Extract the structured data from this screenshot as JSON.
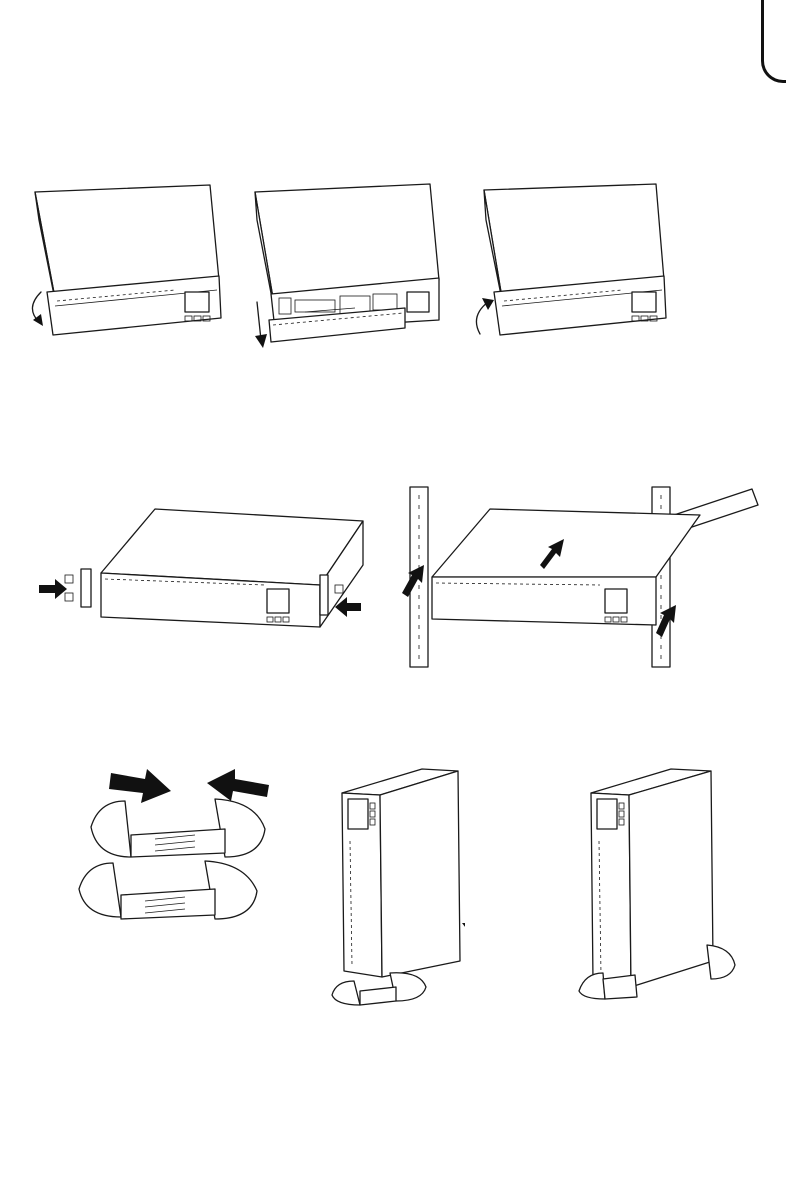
{
  "document": {
    "rows": [
      {
        "id": "front-panel-removal",
        "figures": [
          "rotate-panel-down",
          "pull-panel-off",
          "rotate-panel-up"
        ]
      },
      {
        "id": "rack-mounting",
        "figures": [
          "attach-brackets",
          "slide-into-rack"
        ]
      },
      {
        "id": "tower-stand",
        "figures": [
          "assemble-stand-feet",
          "lower-ups-onto-stands",
          "ups-on-stands"
        ]
      }
    ]
  },
  "icons": {
    "rotate_down": "curved-arrow-down-icon",
    "rotate_up": "curved-arrow-up-icon",
    "push": "solid-arrow-icon"
  }
}
